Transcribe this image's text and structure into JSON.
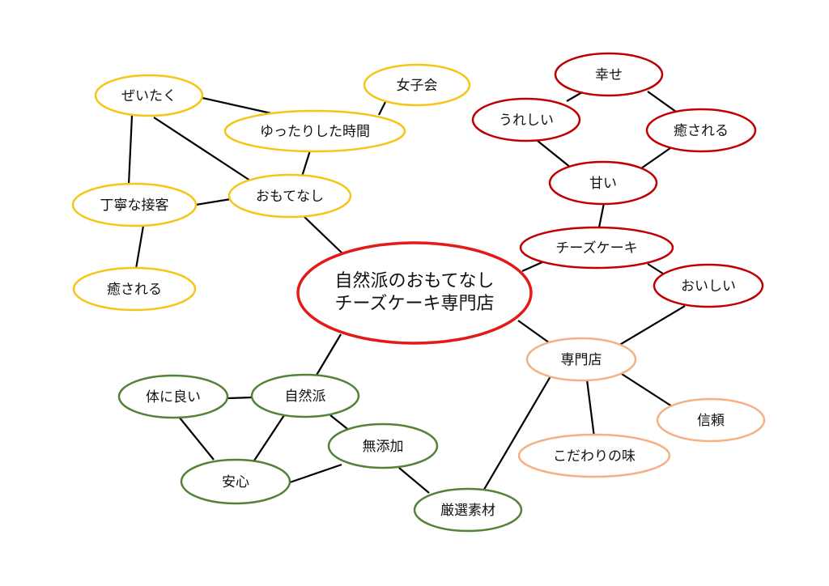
{
  "center": {
    "line1": "自然派のおもてなし",
    "line2": "チーズケーキ専門店",
    "color": "#e41a1a"
  },
  "colors": {
    "yellow": "#f5c518",
    "red": "#c00000",
    "peach": "#f4b183",
    "green": "#548235",
    "line": "#000000"
  },
  "nodes": {
    "zeitaku": "ぜいたく",
    "joshikai": "女子会",
    "yuttari": "ゆったりした時間",
    "omotenashi": "おもてなし",
    "teinei": "丁寧な接客",
    "iyasareru_y": "癒される",
    "shiawase": "幸せ",
    "ureshii": "うれしい",
    "iyasareru_r": "癒される",
    "amai": "甘い",
    "cheesecake": "チーズケーキ",
    "oishii": "おいしい",
    "senmonten": "専門店",
    "shinrai": "信頼",
    "kodawari": "こだわりの味",
    "genzen": "厳選素材",
    "shizenha": "自然派",
    "karada": "体に良い",
    "anshin": "安心",
    "mutenka": "無添加"
  }
}
